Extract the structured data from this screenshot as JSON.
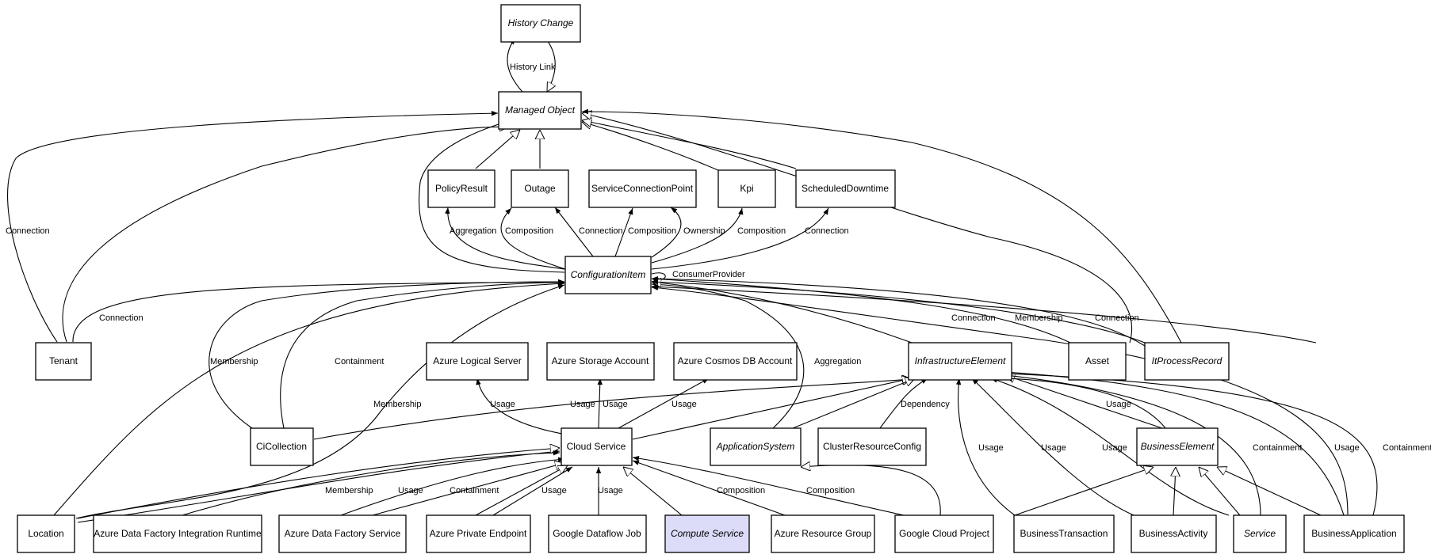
{
  "nodes": {
    "history_change": {
      "label": "History Change",
      "italic": true
    },
    "managed_object": {
      "label": "Managed Object",
      "italic": true
    },
    "policy_result": {
      "label": "PolicyResult",
      "italic": false
    },
    "outage": {
      "label": "Outage",
      "italic": false
    },
    "service_connection_point": {
      "label": "ServiceConnectionPoint",
      "italic": false
    },
    "kpi": {
      "label": "Kpi",
      "italic": false
    },
    "scheduled_downtime": {
      "label": "ScheduledDowntime",
      "italic": false
    },
    "configuration_item": {
      "label": "ConfigurationItem",
      "italic": true
    },
    "tenant": {
      "label": "Tenant",
      "italic": false
    },
    "azure_logical_server": {
      "label": "Azure Logical Server",
      "italic": false
    },
    "azure_storage_account": {
      "label": "Azure Storage Account",
      "italic": false
    },
    "azure_cosmos_db_account": {
      "label": "Azure Cosmos DB Account",
      "italic": false
    },
    "infrastructure_element": {
      "label": "InfrastructureElement",
      "italic": true
    },
    "asset": {
      "label": "Asset",
      "italic": false
    },
    "it_process_record": {
      "label": "ItProcessRecord",
      "italic": true
    },
    "ci_collection": {
      "label": "CiCollection",
      "italic": false
    },
    "cloud_service": {
      "label": "Cloud Service",
      "italic": false
    },
    "application_system": {
      "label": "ApplicationSystem",
      "italic": true
    },
    "cluster_resource_config": {
      "label": "ClusterResourceConfig",
      "italic": false
    },
    "business_element": {
      "label": "BusinessElement",
      "italic": true
    },
    "location": {
      "label": "Location",
      "italic": false
    },
    "adf_integration_runtime": {
      "label": "Azure Data Factory Integration Runtime",
      "italic": false
    },
    "adf_service": {
      "label": "Azure Data Factory Service",
      "italic": false
    },
    "azure_private_endpoint": {
      "label": "Azure Private Endpoint",
      "italic": false
    },
    "google_dataflow_job": {
      "label": "Google Dataflow Job",
      "italic": false
    },
    "compute_service": {
      "label": "Compute Service",
      "italic": true,
      "highlight": "#dcdcf8"
    },
    "azure_resource_group": {
      "label": "Azure Resource Group",
      "italic": false
    },
    "google_cloud_project": {
      "label": "Google Cloud Project",
      "italic": false
    },
    "business_transaction": {
      "label": "BusinessTransaction",
      "italic": false
    },
    "business_activity": {
      "label": "BusinessActivity",
      "italic": false
    },
    "service": {
      "label": "Service",
      "italic": true
    },
    "business_application": {
      "label": "BusinessApplication",
      "italic": false
    }
  },
  "edge_labels": {
    "history_link": "History Link",
    "tenant_mo_connection": "Connection",
    "aggregation_policy": "Aggregation",
    "composition_outage": "Composition",
    "connection_outage": "Connection",
    "composition_scp": "Composition",
    "ownership_scp": "Ownership",
    "composition_kpi": "Composition",
    "connection_downtime": "Connection",
    "consumer_provider": "ConsumerProvider",
    "tenant_ci_connection": "Connection",
    "cicollection_membership": "Membership",
    "cicollection_containment": "Containment",
    "location_membership": "Membership",
    "appsystem_aggregation": "Aggregation",
    "asset_connection": "Connection",
    "itprocess_membership": "Membership",
    "itprocess_connection": "Connection",
    "cs_logical_usage": "Usage",
    "cs_storage_usage": "Usage",
    "cs_cosmos_usage": "Usage",
    "cicollection_usage": "Usage",
    "cluster_dependency": "Dependency",
    "business_element_usage": "Usage",
    "business_transaction_usage": "Usage",
    "business_activity_usage": "Usage",
    "service_usage": "Usage",
    "service_containment": "Containment",
    "business_app_usage": "Usage",
    "business_app_containment": "Containment",
    "location_cs_membership": "Membership",
    "adf_usage": "Usage",
    "adf_containment": "Containment",
    "private_endpoint_usage": "Usage",
    "dataflow_usage": "Usage",
    "resource_group_composition": "Composition",
    "google_project_composition": "Composition"
  }
}
